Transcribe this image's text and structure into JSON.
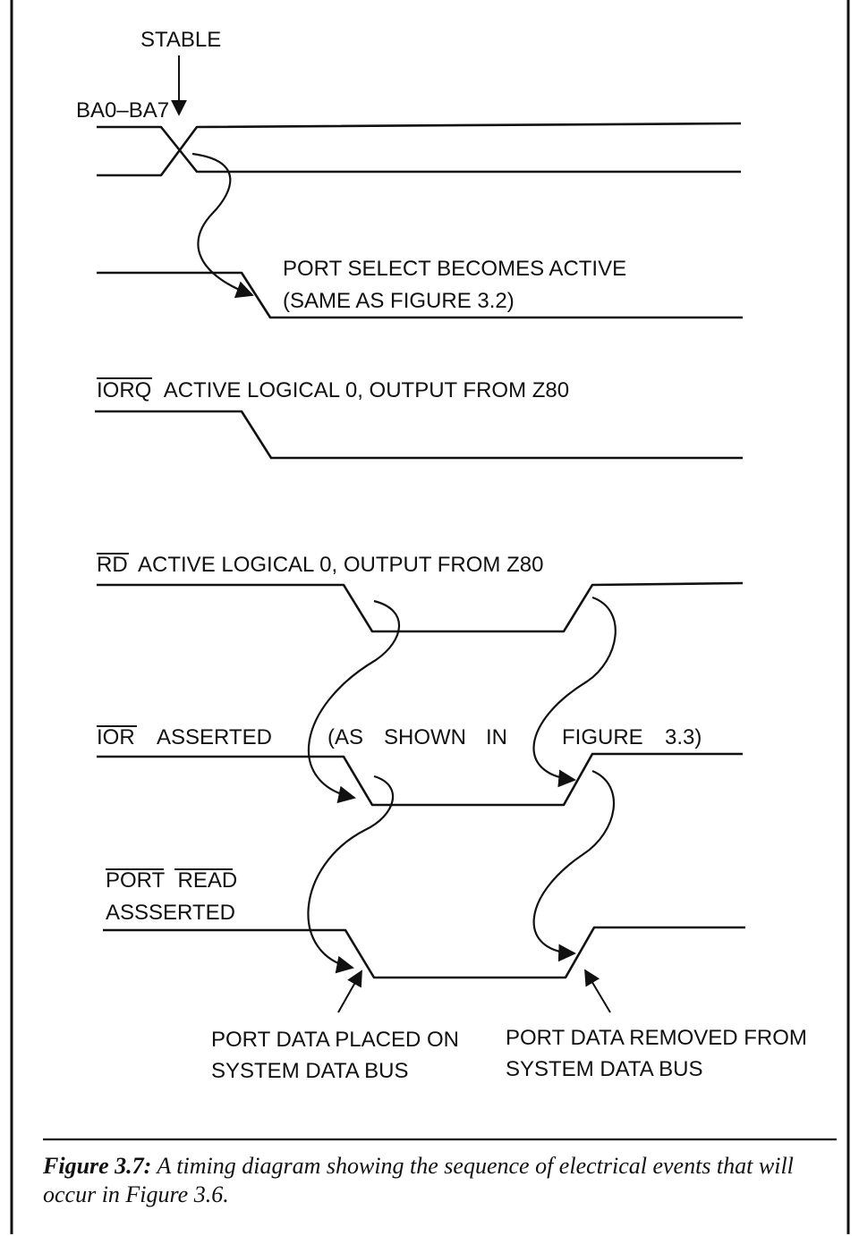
{
  "signals": {
    "ba": {
      "label": "BA0–BA7",
      "stable": "STABLE"
    },
    "port_select": {
      "line1": "PORT SELECT BECOMES ACTIVE",
      "line2": "(SAME AS FIGURE 3.2)"
    },
    "iorq": {
      "overbar": "IORQ",
      "rest": "ACTIVE LOGICAL 0, OUTPUT FROM Z80"
    },
    "rd": {
      "overbar": "RD",
      "rest": "ACTIVE LOGICAL 0, OUTPUT FROM Z80"
    },
    "ior": {
      "overbar": "IOR",
      "w1": "ASSERTED",
      "w2": "(AS",
      "w3": "SHOWN",
      "w4": "IN",
      "w5": "FIGURE",
      "w6": "3.3)"
    },
    "port_read": {
      "word1": "PORT",
      "word2": "READ",
      "line2": "ASSSERTED"
    }
  },
  "annotations": {
    "placed": {
      "line1": "PORT DATA PLACED ON",
      "line2": "SYSTEM DATA BUS"
    },
    "removed": {
      "line1": "PORT DATA REMOVED FROM",
      "line2": "SYSTEM DATA BUS"
    }
  },
  "caption": {
    "label": "Figure 3.7:",
    "text": "A timing diagram showing the sequence of electrical events that will occur in Figure 3.6."
  }
}
